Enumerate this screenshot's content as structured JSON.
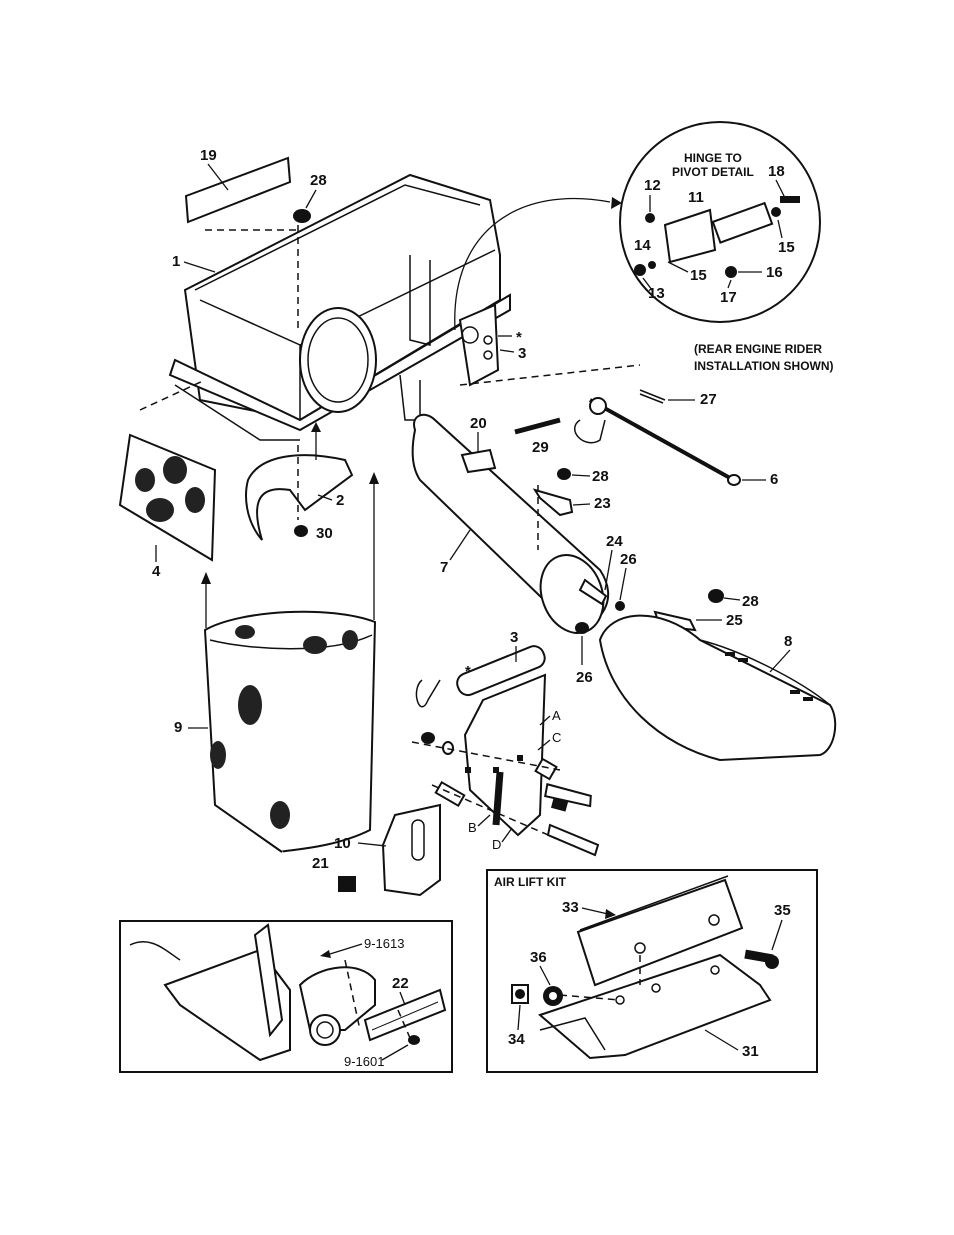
{
  "callouts": {
    "c1": "1",
    "c2": "2",
    "c3a": "3",
    "c3b": "3",
    "c4": "4",
    "c6": "6",
    "c7": "7",
    "c8": "8",
    "c9": "9",
    "c10": "10",
    "c11": "11",
    "c12": "12",
    "c13": "13",
    "c14": "14",
    "c15a": "15",
    "c15b": "15",
    "c16": "16",
    "c17": "17",
    "c18": "18",
    "c19": "19",
    "c20": "20",
    "c21": "21",
    "c22": "22",
    "c23": "23",
    "c24": "24",
    "c25": "25",
    "c26a": "26",
    "c26b": "26",
    "c27": "27",
    "c28a": "28",
    "c28b": "28",
    "c28c": "28",
    "c29": "29",
    "c30": "30",
    "c31": "31",
    "c33": "33",
    "c34": "34",
    "c35": "35",
    "c36": "36",
    "star_a": "*",
    "star_b": "*"
  },
  "letters": {
    "A": "A",
    "B": "B",
    "C": "C",
    "D": "D"
  },
  "hinge_detail": {
    "line1": "HINGE TO",
    "line2": "PIVOT DETAIL"
  },
  "rear_engine_note": {
    "line1": "(REAR ENGINE RIDER",
    "line2": "INSTALLATION SHOWN)"
  },
  "air_lift_kit": {
    "title": "AIR LIFT KIT"
  },
  "inset_part_numbers": {
    "top": "9-1613",
    "bottom": "9-1601"
  },
  "colors": {
    "ink": "#111111",
    "paper": "#ffffff"
  }
}
